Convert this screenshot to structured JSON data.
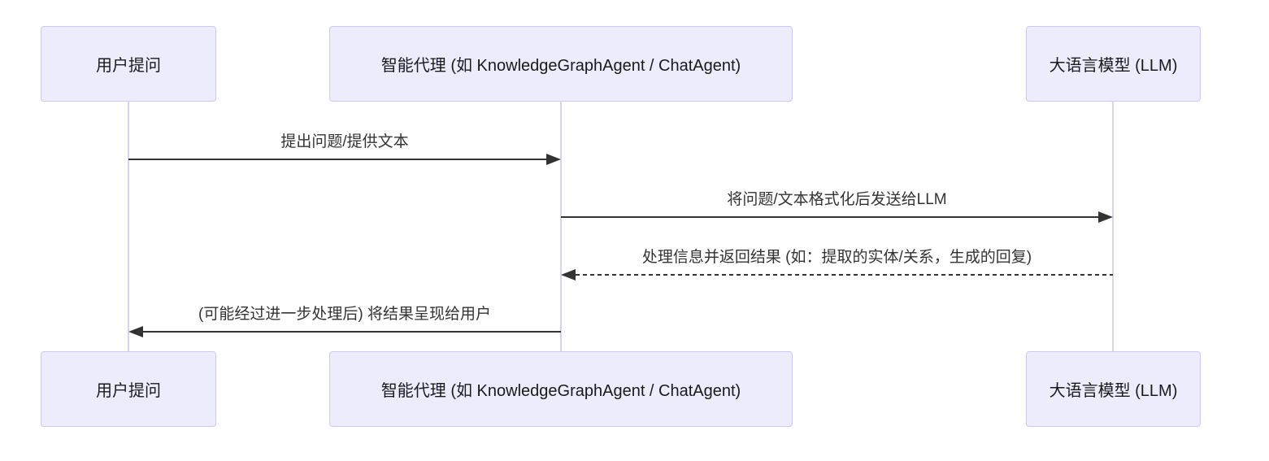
{
  "diagram": {
    "type": "sequence",
    "actors": [
      {
        "label": "用户提问"
      },
      {
        "label": "智能代理 (如 KnowledgeGraphAgent / ChatAgent)"
      },
      {
        "label": "大语言模型 (LLM)"
      }
    ],
    "messages": [
      {
        "from": 0,
        "to": 1,
        "label": "提出问题/提供文本",
        "line": "solid",
        "direction": "right"
      },
      {
        "from": 1,
        "to": 2,
        "label": "将问题/文本格式化后发送给LLM",
        "line": "solid",
        "direction": "right"
      },
      {
        "from": 2,
        "to": 1,
        "label": "处理信息并返回结果 (如：提取的实体/关系，生成的回复)",
        "line": "dashed",
        "direction": "left"
      },
      {
        "from": 1,
        "to": 0,
        "label": "(可能经过进一步处理后) 将结果呈现给用户",
        "line": "solid",
        "direction": "left"
      }
    ],
    "colors": {
      "actor_fill": "#ECECFC",
      "actor_border": "#CFC8EF",
      "lifeline": "#D9D3F0",
      "arrow": "#333333",
      "label_text": "#333333"
    }
  }
}
